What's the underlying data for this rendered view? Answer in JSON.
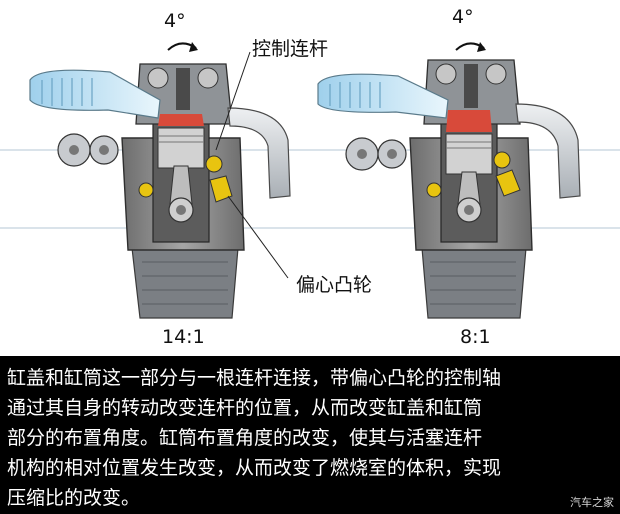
{
  "figure": {
    "left_engine": {
      "rotation_label": "4°",
      "compression_ratio": "14:1"
    },
    "right_engine": {
      "rotation_label": "4°",
      "compression_ratio": "8:1"
    },
    "callouts": {
      "control_rod": "控制连杆",
      "eccentric_cam": "偏心凸轮"
    },
    "colors": {
      "block": "#8c8c8c",
      "block_dark": "#4a4a4a",
      "intake": "#bfe3f5",
      "exhaust": "#cfd4d8",
      "piston": "#c9c9c9",
      "chamber_hot": "#d84a3a",
      "cam_yellow": "#e8c410"
    }
  },
  "caption": {
    "lines": [
      "缸盖和缸筒这一部分与一根连杆连接，带偏心凸轮的控制轴",
      "通过其自身的转动改变连杆的位置，从而改变缸盖和缸筒",
      "部分的布置角度。缸筒布置角度的改变，使其与活塞连杆",
      "机构的相对位置发生改变，从而改变了燃烧室的体积，实现",
      "压缩比的改变。"
    ]
  },
  "watermark": "汽车之家"
}
